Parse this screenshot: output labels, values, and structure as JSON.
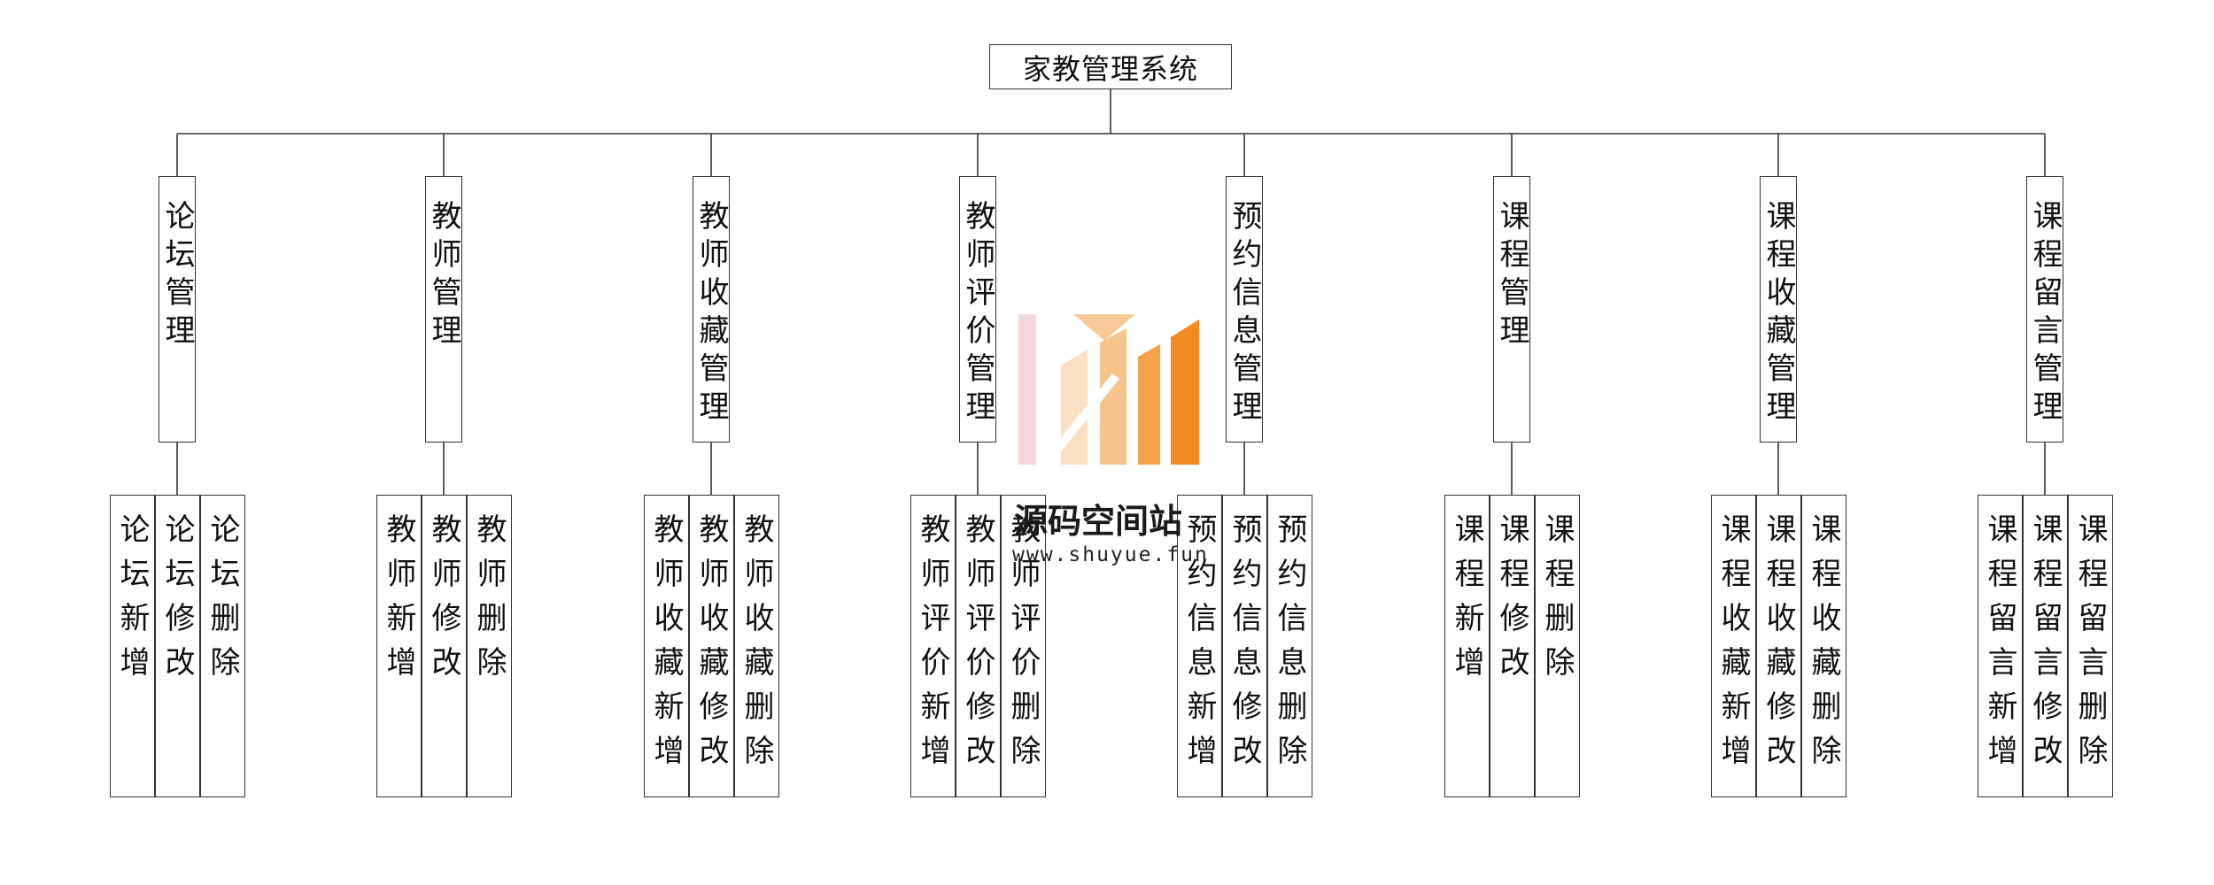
{
  "root": {
    "label": "家教管理系统"
  },
  "modules": [
    {
      "label": "论坛管理",
      "leaves": [
        "论坛新增",
        "论坛修改",
        "论坛删除"
      ]
    },
    {
      "label": "教师管理",
      "leaves": [
        "教师新增",
        "教师修改",
        "教师删除"
      ]
    },
    {
      "label": "教师收藏管理",
      "leaves": [
        "教师收藏新增",
        "教师收藏修改",
        "教师收藏删除"
      ]
    },
    {
      "label": "教师评价管理",
      "leaves": [
        "教师评价新增",
        "教师评价修改",
        "教师评价删除"
      ]
    },
    {
      "label": "预约信息管理",
      "leaves": [
        "预约信息新增",
        "预约信息修改",
        "预约信息删除"
      ]
    },
    {
      "label": "课程管理",
      "leaves": [
        "课程新增",
        "课程修改",
        "课程删除"
      ]
    },
    {
      "label": "课程收藏管理",
      "leaves": [
        "课程收藏新增",
        "课程收藏修改",
        "课程收藏删除"
      ]
    },
    {
      "label": "课程留言管理",
      "leaves": [
        "课程留言新增",
        "课程留言修改",
        "课程留言删除"
      ]
    }
  ],
  "watermark": {
    "title": "源码空间站",
    "url": "www.shuyue.fun"
  },
  "colors": {
    "line": "#333333",
    "watermark_orange": "#f38a1f",
    "watermark_light": "#f6c48c",
    "watermark_pink": "#efd0d0"
  }
}
